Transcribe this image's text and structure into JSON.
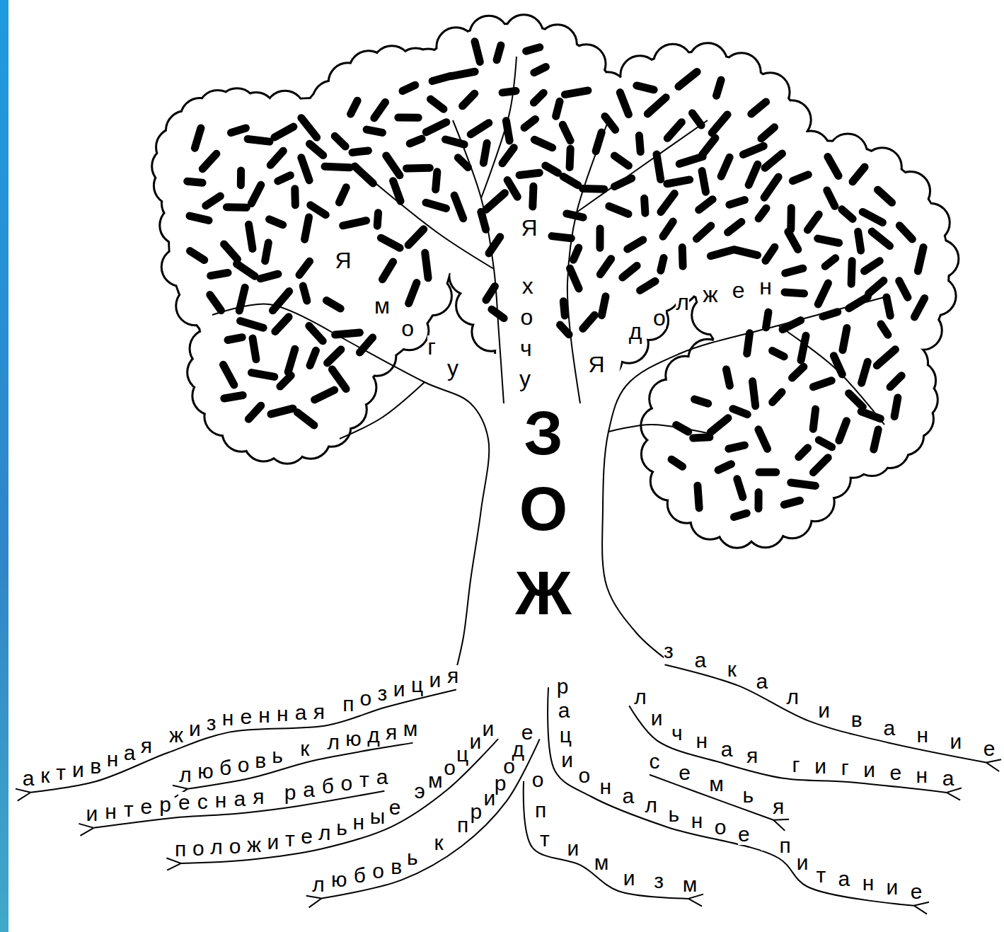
{
  "diagram": {
    "labels": [
      "Я",
      "могу",
      "Я хочу",
      "Я",
      "должен",
      "ЗОЖ",
      "активная жизненная позиция",
      "любовь к людям",
      "интересная работа",
      "положительные эмоции",
      "любовь к природе",
      "рациональное питание",
      "оптимизм",
      "закаливание",
      "личная гигиена",
      "семья"
    ]
  }
}
